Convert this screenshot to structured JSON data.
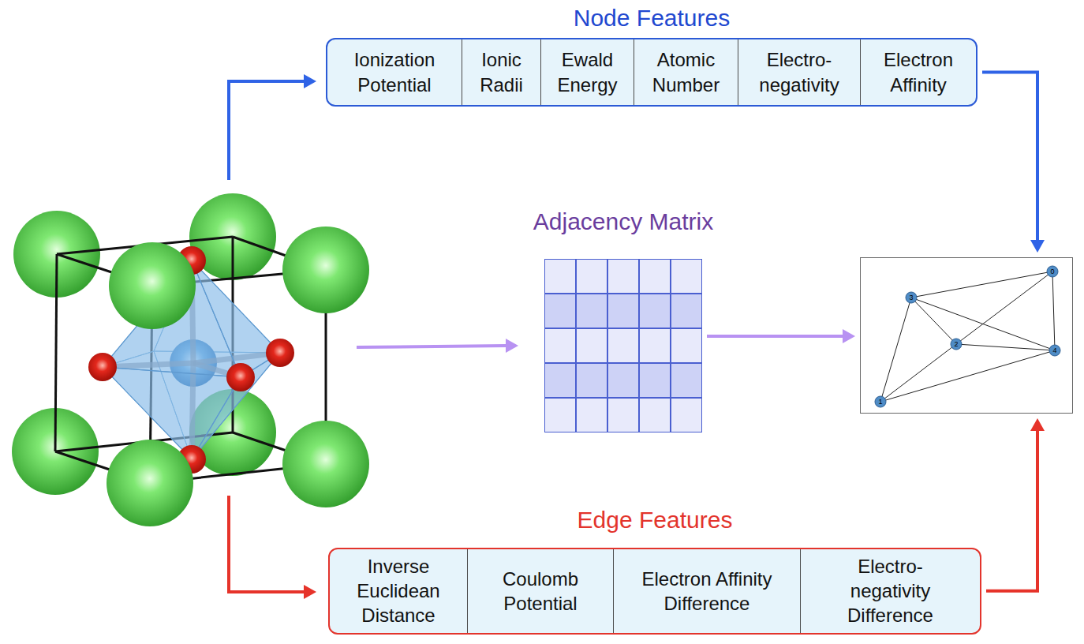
{
  "diagram": {
    "nodes": [
      {
        "text": [
          "Node Features"
        ]
      },
      {
        "text": [
          "Ionization Potential"
        ],
        "in": 0
      },
      {
        "text": [
          "Ionic Radii"
        ],
        "in": 0
      },
      {
        "text": [
          "Ewald Energy"
        ],
        "in": 0
      },
      {
        "text": [
          "Atomic Number"
        ],
        "in": 0
      },
      {
        "text": [
          "Electro- negativity"
        ],
        "in": 0
      },
      {
        "text": [
          "Electron Affinity"
        ],
        "in": 0
      },
      {
        "text": [
          "Adjacency Matrix"
        ]
      },
      {
        "text": [
          "0",
          "1",
          "2",
          "3",
          "4"
        ]
      },
      {
        "text": [
          "Edge Features"
        ]
      },
      {
        "text": [
          "Inverse Euclidean Distance"
        ],
        "in": 9
      },
      {
        "text": [
          "Coulomb Potential"
        ],
        "in": 9
      },
      {
        "text": [
          "Electron Affinity Difference"
        ],
        "in": 9
      },
      {
        "text": [
          "Electro- negativity Difference"
        ],
        "in": 9
      }
    ],
    "edges": [
      {
        "from": 0,
        "to": 8,
        "arrow": "to"
      },
      {
        "from": 7,
        "to": 8,
        "arrow": "to"
      },
      {
        "from": 9,
        "to": 8,
        "arrow": "to"
      }
    ]
  }
}
